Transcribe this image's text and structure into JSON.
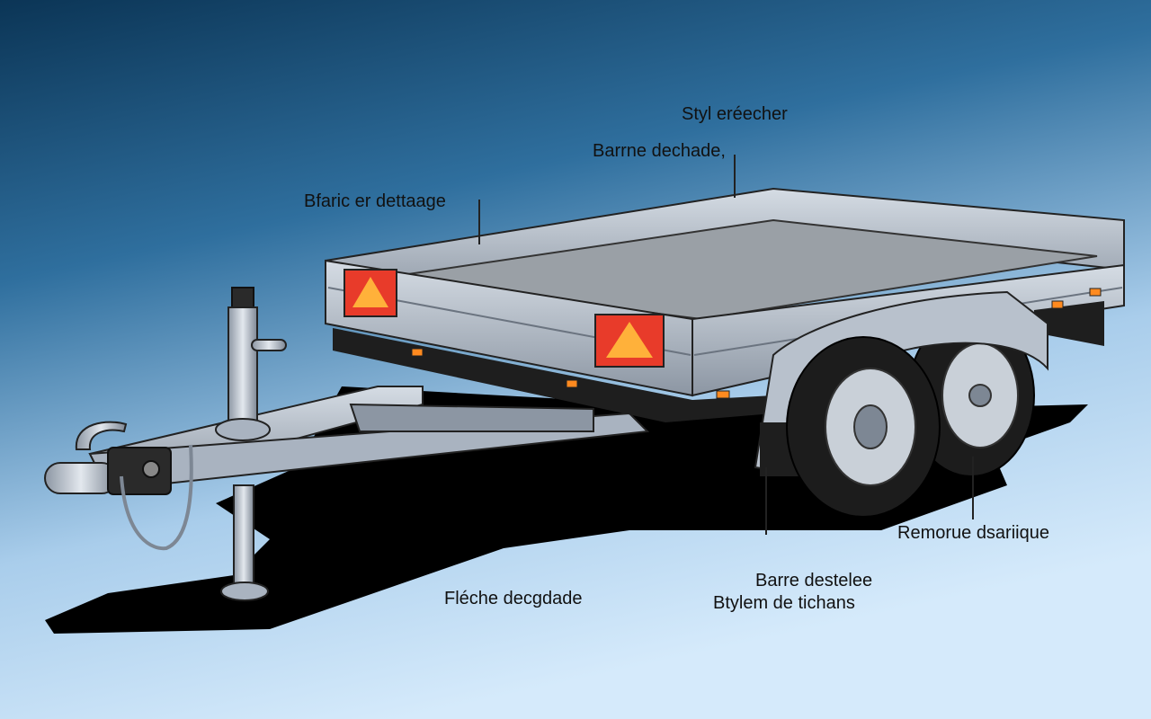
{
  "colors": {
    "background_top": "#0b3556",
    "background_bottom": "#cfe6fa",
    "frame_steel": "#a9b3c0",
    "frame_dark": "#5c6673",
    "deck": "#9aa0a6",
    "tail_light": "#e83b2a",
    "tail_light_core": "#ffb13a",
    "tire": "#1c1c1c",
    "shadow": "#000000"
  },
  "labels": {
    "top": "Styl eréecher",
    "upper_middle": "Barrne dechade,",
    "upper_left": "Bfaric er dettaage",
    "right_wheel": "Remorue dsariique",
    "bottom_center": "Fléche decgdade",
    "bottom_right_line1": "Barre destelee",
    "bottom_right_line2": "Btylem de tichans"
  },
  "components": [
    "coupling-head",
    "safety-chain",
    "jockey-wheel",
    "drawbar",
    "cargo-bed",
    "side-rails",
    "tail-lights",
    "mudguard",
    "tandem-wheels"
  ]
}
